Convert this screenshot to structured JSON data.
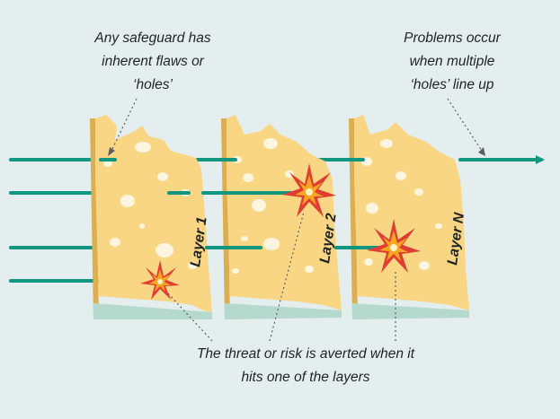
{
  "annotations": {
    "left": [
      "Any safeguard has",
      "inherent flaws or",
      "‘holes’"
    ],
    "right": [
      "Problems occur",
      "when multiple",
      "‘holes’ line up"
    ],
    "bottom": [
      "The threat or risk is averted when it",
      "hits one of the layers"
    ]
  },
  "layers": [
    {
      "label": "Layer 1"
    },
    {
      "label": "Layer 2"
    },
    {
      "label": "Layer N"
    }
  ],
  "colors": {
    "background": "#e4eeee",
    "cheese": "#f9d683",
    "cheese_side": "#dcae52",
    "cheese_edge": "#b5d9cc",
    "hole": "#fdf5df",
    "arrow": "#12967f",
    "text": "#1f2326"
  }
}
